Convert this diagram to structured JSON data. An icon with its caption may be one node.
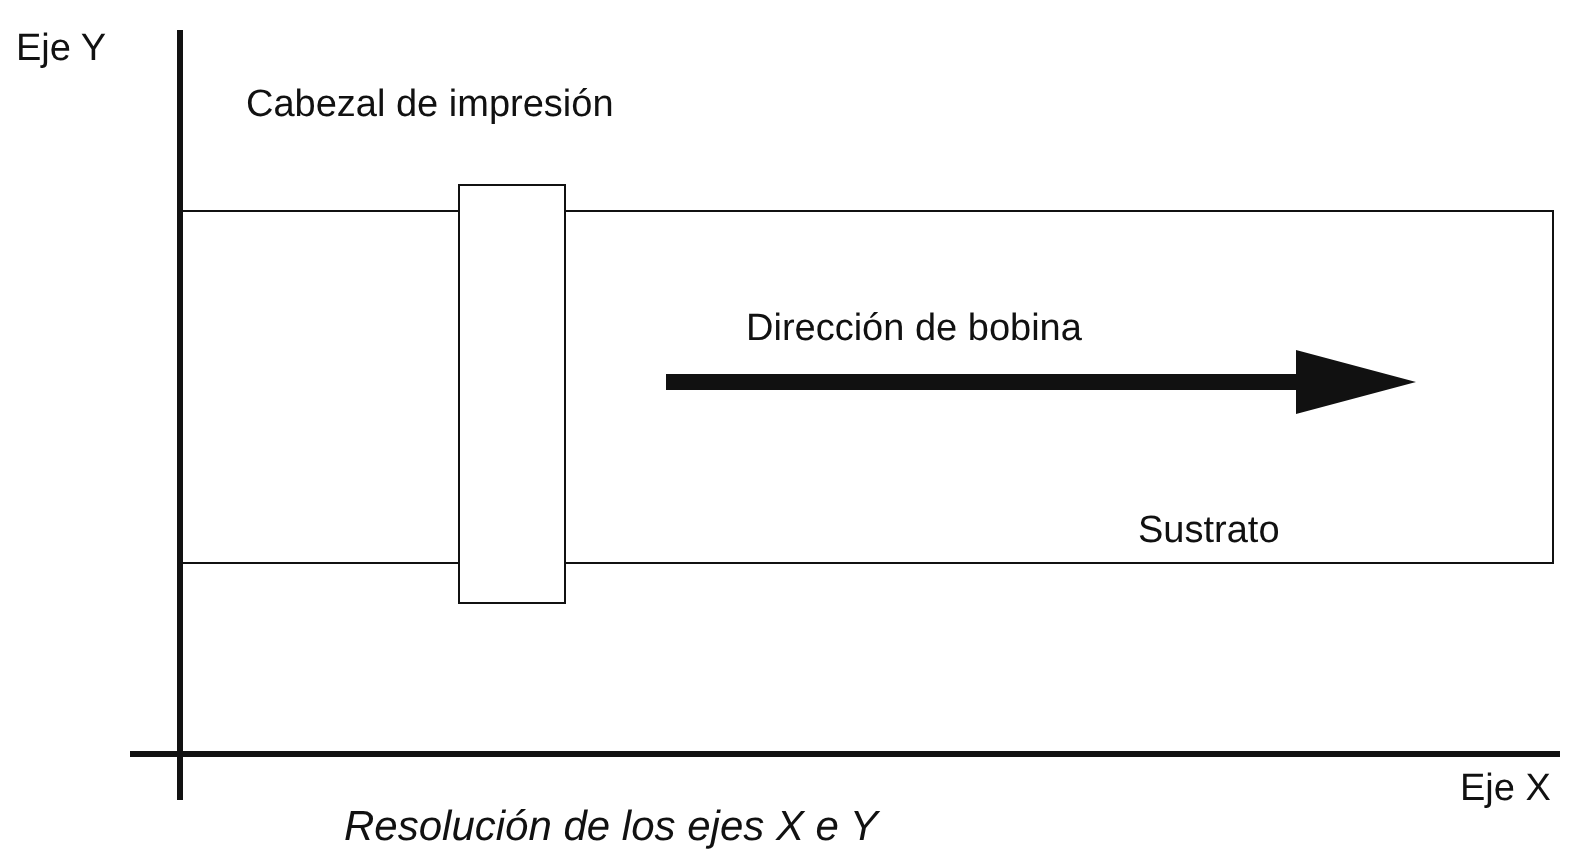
{
  "diagram": {
    "caption": "Resolución de los ejes X e Y",
    "nodes": [
      {
        "text": [
          "Sustrato"
        ]
      },
      {
        "text": [],
        "shape": "box",
        "beside": [
          "Cabezal de impresión"
        ]
      }
    ],
    "labels": [
      "Eje Y",
      "Dirección de bobina",
      "Eje X"
    ]
  }
}
